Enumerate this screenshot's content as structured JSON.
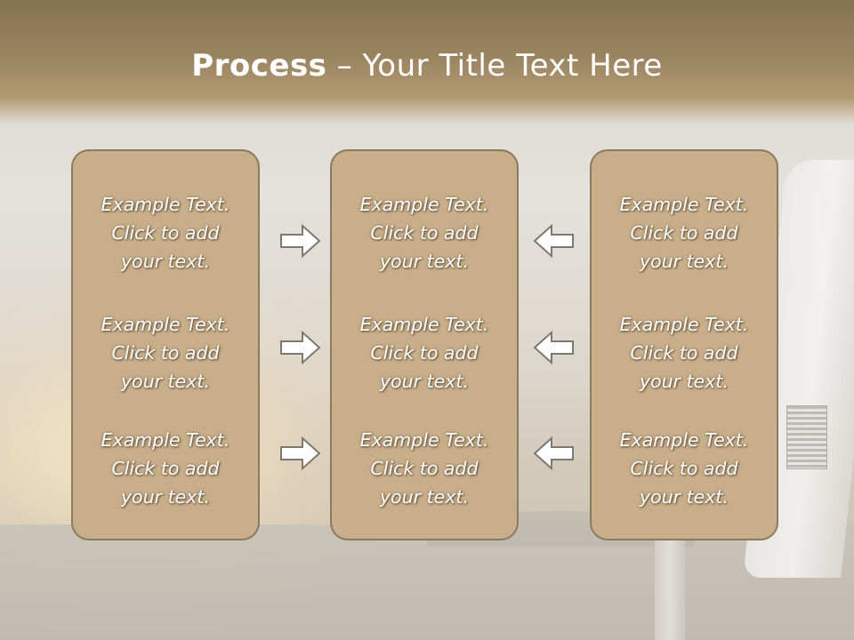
{
  "title": {
    "bold": "Process",
    "rest": " – Your Title Text Here"
  },
  "panels": [
    {
      "items": [
        {
          "l1": "Example Text.",
          "l2": "Click  to add",
          "l3": "your text."
        },
        {
          "l1": "Example Text.",
          "l2": "Click  to add",
          "l3": "your text."
        },
        {
          "l1": "Example Text.",
          "l2": "Click  to add",
          "l3": "your text."
        }
      ]
    },
    {
      "items": [
        {
          "l1": "Example Text.",
          "l2": "Click  to add",
          "l3": "your text."
        },
        {
          "l1": "Example Text.",
          "l2": "Click  to add",
          "l3": "your text."
        },
        {
          "l1": "Example Text.",
          "l2": "Click  to add",
          "l3": "your text."
        }
      ]
    },
    {
      "items": [
        {
          "l1": "Example Text.",
          "l2": "Click  to add",
          "l3": "your text."
        },
        {
          "l1": "Example Text.",
          "l2": "Click  to add",
          "l3": "your text."
        },
        {
          "l1": "Example Text.",
          "l2": "Click  to add",
          "l3": "your text."
        }
      ]
    }
  ],
  "arrows": {
    "left_column": "right-arrow-icon",
    "right_column": "left-arrow-icon"
  },
  "colors": {
    "panel": "#c8ae89",
    "panel_border": "#8a7a60",
    "header": "#9a8460",
    "text": "#ffffff"
  }
}
